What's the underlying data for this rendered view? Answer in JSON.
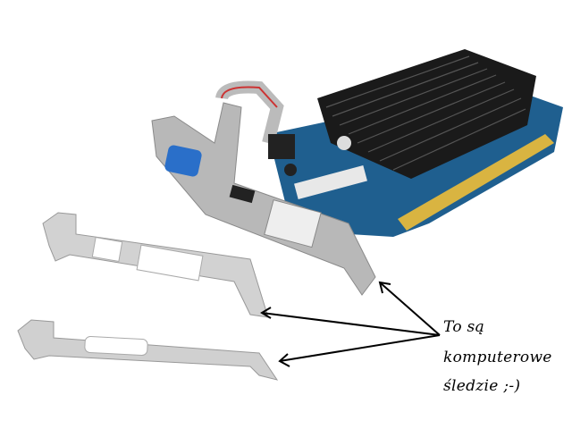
{
  "annotation": {
    "line1": "To są",
    "line2": "komputerowe",
    "line3": "śledzie ;-)"
  },
  "colors": {
    "pcb": "#1f5f8f",
    "heatsink": "#1a1a1a",
    "bracket": "#c9c9c9",
    "gold": "#d9b441",
    "arrow": "#000000"
  }
}
